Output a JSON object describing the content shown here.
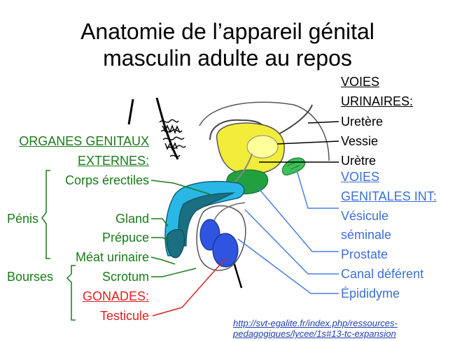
{
  "title": {
    "line1": "Anatomie de l’appareil génital",
    "line2": "masculin adulte au repos"
  },
  "voies_urinaires": {
    "heading_line1": "VOIES",
    "heading_line2": "URINAIRES:",
    "items": [
      "Uretère",
      "Vessie",
      "Urètre"
    ]
  },
  "voies_genitales": {
    "heading_line1": "VOIES",
    "heading_line2": "GENITALES INT:",
    "items": [
      "Vésicule",
      "séminale",
      "Prostate",
      "Canal déférent",
      "Épididyme"
    ]
  },
  "organes_externes": {
    "heading_line1": "ORGANES GENITAUX",
    "heading_line2": "EXTERNES:",
    "penis": "Pénis",
    "penis_items": [
      "Corps érectiles",
      "Gland",
      "Prépuce",
      "Méat urinaire"
    ],
    "bourses": "Bourses",
    "scrotum": "Scrotum"
  },
  "gonades": {
    "heading": "GONADES:",
    "testicule": "Testicule"
  },
  "source_link": {
    "line1": "http://svt-egalite.fr/index.php/ressources-",
    "line2": "pedagogiques/lycee/1s#13-tc-expansion"
  },
  "colors": {
    "green_text": "#1a7a1a",
    "blue_text": "#3b6fd6",
    "red_text": "#e02020",
    "bladder_yellow": "#f2ec3a",
    "vesicle_green": "#3fbf5a",
    "prostate_green": "#22a040",
    "erectile_cyan": "#29b8e6",
    "erectile_teal": "#1a6f80",
    "testis_blue": "#2f55e0"
  }
}
